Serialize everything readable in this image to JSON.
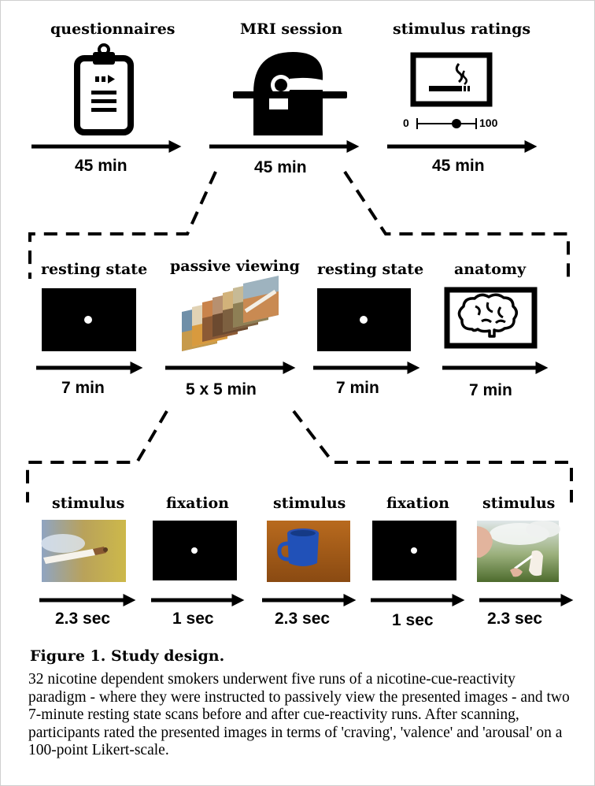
{
  "top_row": [
    {
      "label": "questionnaires",
      "icon": "clipboard-icon",
      "duration": "45 min"
    },
    {
      "label": "MRI session",
      "icon": "mri-scanner-icon",
      "duration": "45 min"
    },
    {
      "label": "stimulus ratings",
      "icon": "cigarette-monitor-icon",
      "duration": "45 min",
      "scale_min": "0",
      "scale_max": "100"
    }
  ],
  "middle_row": [
    {
      "label": "resting state",
      "icon": "black-screen-dot-icon",
      "duration": "7 min"
    },
    {
      "label": "passive viewing",
      "icon": "image-stack-icon",
      "duration": "5 x 5 min"
    },
    {
      "label": "resting state",
      "icon": "black-screen-dot-icon",
      "duration": "7 min"
    },
    {
      "label": "anatomy",
      "icon": "brain-monitor-icon",
      "duration": "7 min"
    }
  ],
  "bottom_row": [
    {
      "label": "stimulus",
      "icon": "cigarette-photo",
      "duration": "2.3 sec"
    },
    {
      "label": "fixation",
      "icon": "black-screen-dot-icon",
      "duration": "1 sec"
    },
    {
      "label": "stimulus",
      "icon": "blue-mug-photo",
      "duration": "2.3 sec"
    },
    {
      "label": "fixation",
      "icon": "black-screen-dot-icon",
      "duration": "1 sec"
    },
    {
      "label": "stimulus",
      "icon": "smoking-person-photo",
      "duration": "2.3 sec"
    }
  ],
  "caption": {
    "title": "Figure 1. Study design.",
    "body": "32 nicotine dependent smokers underwent five runs of a nicotine-cue-reactivity paradigm - where they were instructed to passively view the presented images - and two 7-minute resting state scans before and after cue-reactivity runs. After scanning, participants rated the  presented images in terms of 'craving', 'valence' and 'arousal' on a 100-point Likert-scale."
  }
}
